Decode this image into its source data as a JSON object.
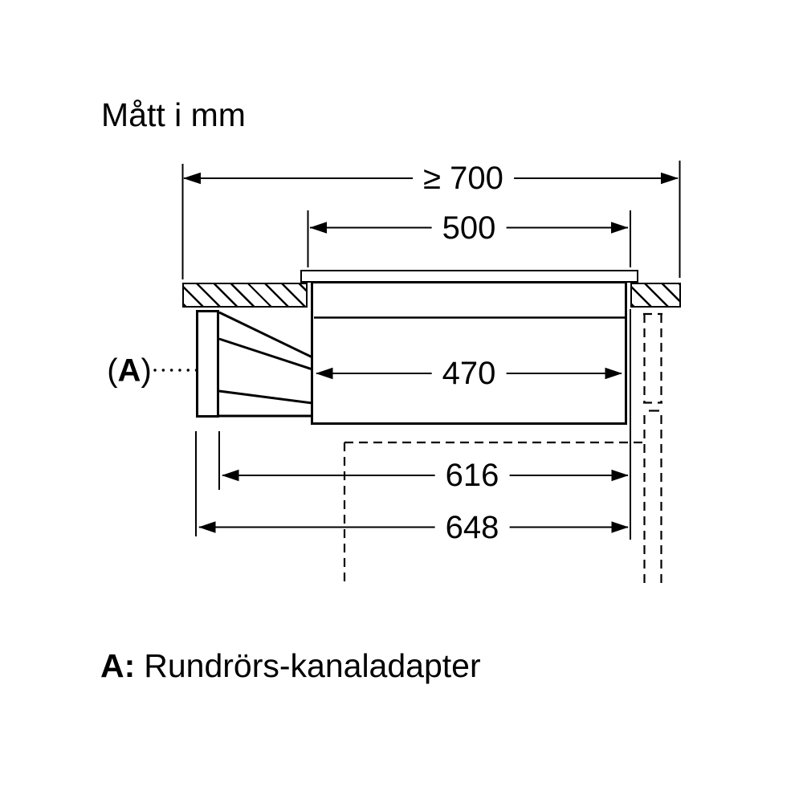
{
  "title": "Mått i mm",
  "dimensions": {
    "min_width": "≥ 700",
    "cutout_width": "500",
    "body_width": "470",
    "depth_inner": "616",
    "depth_outer": "648"
  },
  "callout": {
    "open": "(",
    "letter": "A",
    "close": ")"
  },
  "legend": {
    "key": "A:",
    "value": "Rundrörs-kanaladapter"
  },
  "colors": {
    "line": "#000000",
    "background": "#ffffff"
  }
}
